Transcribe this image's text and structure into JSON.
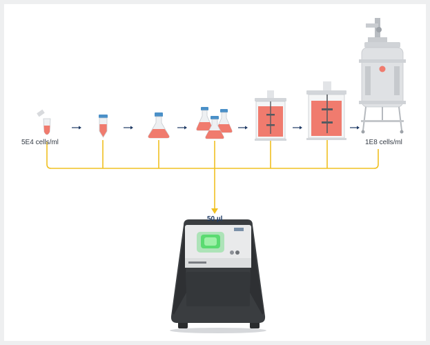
{
  "diagram": {
    "start_density": "5E4 cells/ml",
    "end_density": "1E8 cells/ml",
    "sample_volume": "50 µl",
    "stages": [
      "small-tube",
      "conical-tube",
      "shake-flask",
      "flask-cluster",
      "bench-bioreactor",
      "mid-bioreactor",
      "production-bioreactor"
    ],
    "colors": {
      "line": "#f0c020",
      "arrow": "#1f3a64",
      "medium": "#f07b6e",
      "cap": "#4a90c8",
      "instrument": "#3a3d40",
      "glow": "#3fd85a"
    }
  }
}
